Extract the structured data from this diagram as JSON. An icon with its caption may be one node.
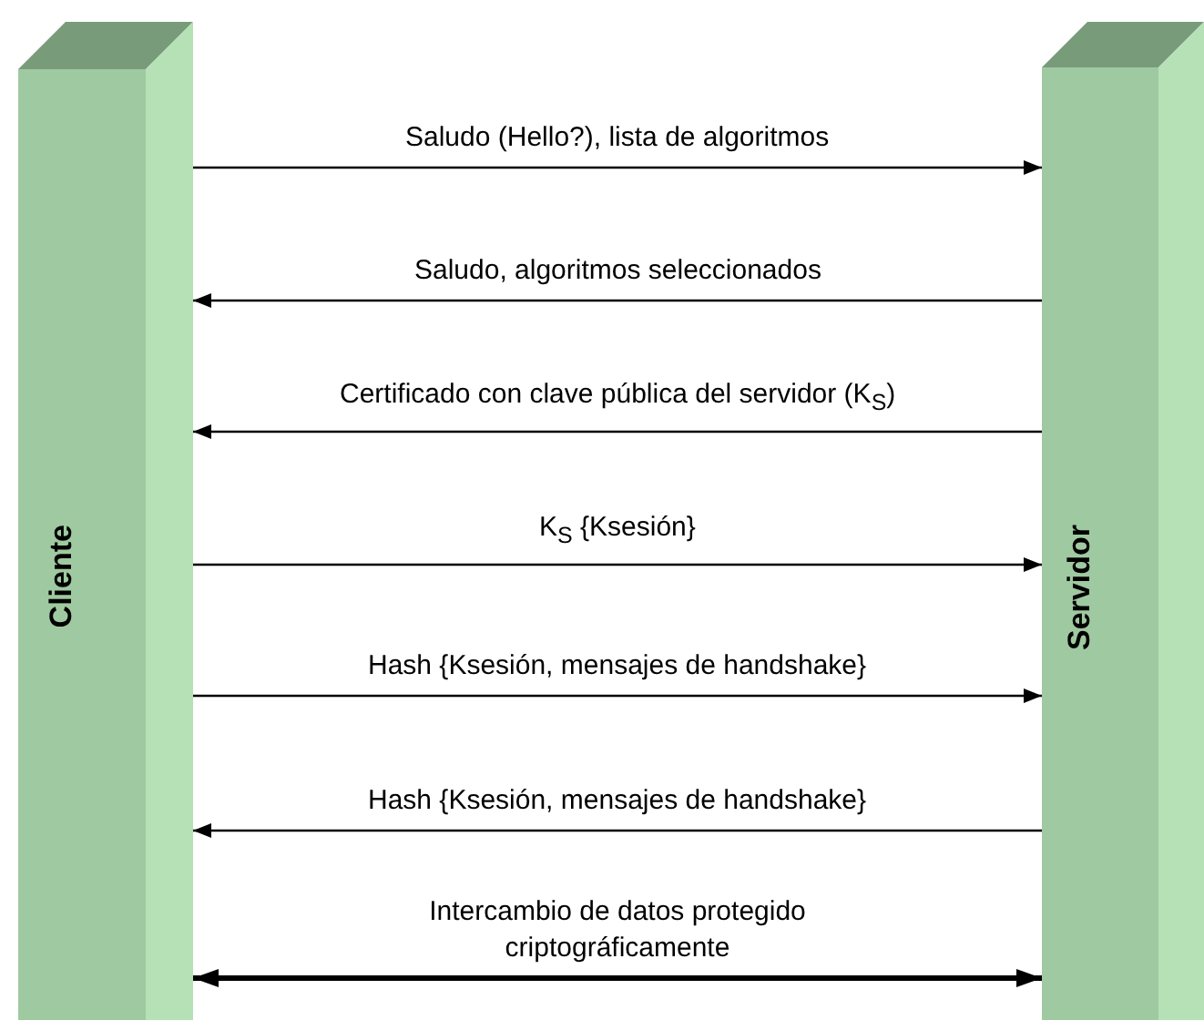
{
  "diagram": {
    "nodes": [
      {
        "text": [
          "Cliente"
        ]
      },
      {
        "text": [
          "Servidor"
        ]
      }
    ],
    "edges": [
      {
        "from": 0,
        "to": 1,
        "arrow": "to",
        "label": "Saludo (Hello?), lista de algoritmos"
      },
      {
        "from": 1,
        "to": 0,
        "arrow": "to",
        "label": "Saludo, algoritmos seleccionados"
      },
      {
        "from": 1,
        "to": 0,
        "arrow": "to",
        "label": "Certificado con clave pública del servidor (K$_{S}$)"
      },
      {
        "from": 0,
        "to": 1,
        "arrow": "to",
        "label": "K$_{S}$ {Ksesión}"
      },
      {
        "from": 0,
        "to": 1,
        "arrow": "to",
        "label": "Hash {Ksesión, mensajes de handshake}"
      },
      {
        "from": 1,
        "to": 0,
        "arrow": "to",
        "label": "Hash {Ksesión, mensajes de handshake}"
      },
      {
        "from": 0,
        "to": 1,
        "arrow": "both",
        "style": "thick",
        "label": "Intercambio de datos protegido criptográficamente"
      }
    ]
  }
}
